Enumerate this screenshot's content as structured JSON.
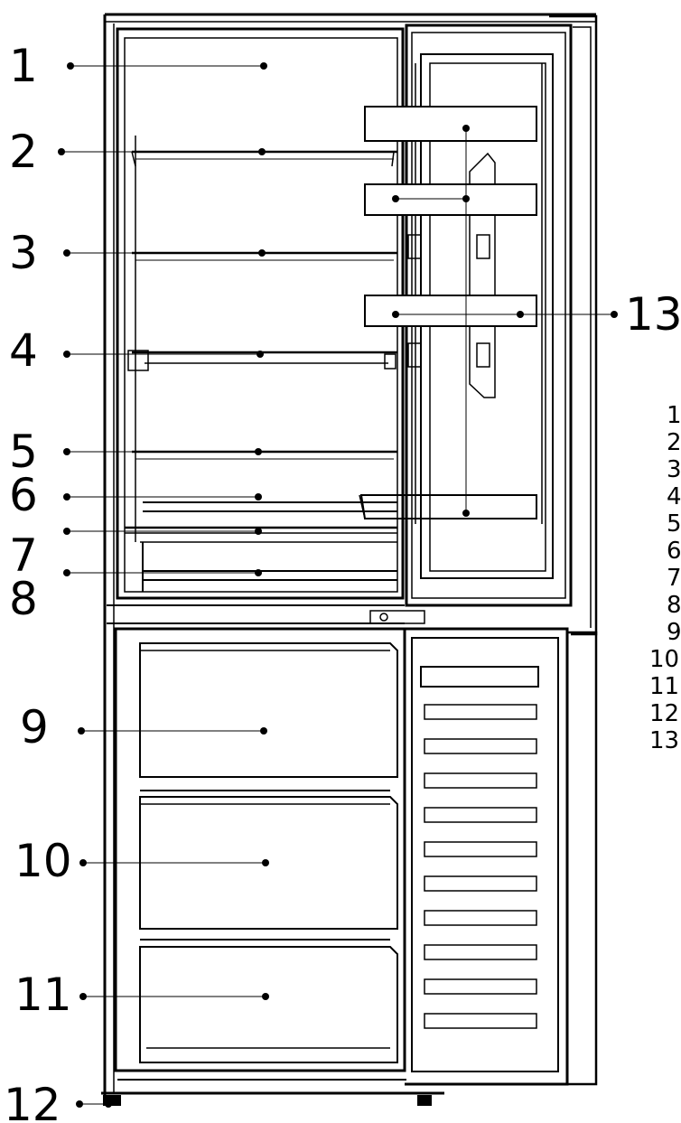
{
  "diagram": {
    "callouts": [
      {
        "number": "1"
      },
      {
        "number": "2"
      },
      {
        "number": "3"
      },
      {
        "number": "4"
      },
      {
        "number": "5"
      },
      {
        "number": "6"
      },
      {
        "number": "7"
      },
      {
        "number": "8"
      },
      {
        "number": "9"
      },
      {
        "number": "10"
      },
      {
        "number": "11"
      },
      {
        "number": "12"
      },
      {
        "number": "13"
      }
    ],
    "legend": [
      "1",
      "2",
      "3",
      "4",
      "5",
      "6",
      "7",
      "8",
      "9",
      "10",
      "11",
      "12",
      "13"
    ],
    "colors": {
      "line": "#000000",
      "background": "#ffffff"
    }
  }
}
